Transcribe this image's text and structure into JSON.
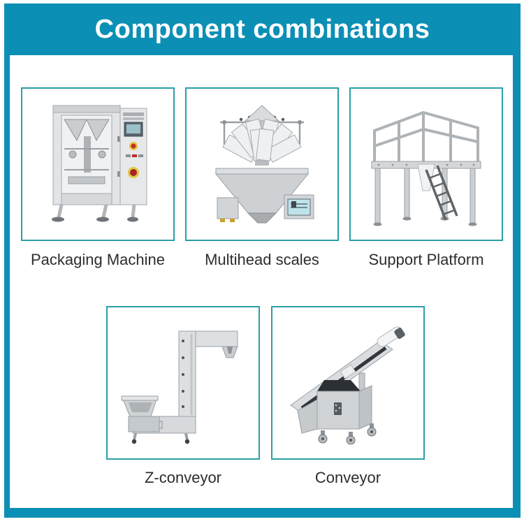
{
  "header": {
    "title": "Component combinations"
  },
  "theme": {
    "banner_color": "#0c8fb5",
    "card_border_color": "#2aa0a6",
    "label_color": "#2d2d2d",
    "title_color": "#ffffff",
    "background_color": "#ffffff"
  },
  "components": [
    {
      "label": "Packaging Machine",
      "image": "packaging-machine-photo"
    },
    {
      "label": "Multihead scales",
      "image": "multihead-scales-photo"
    },
    {
      "label": "Support Platform",
      "image": "support-platform-photo"
    },
    {
      "label": "Z-conveyor",
      "image": "z-conveyor-photo"
    },
    {
      "label": "Conveyor",
      "image": "conveyor-photo"
    }
  ]
}
